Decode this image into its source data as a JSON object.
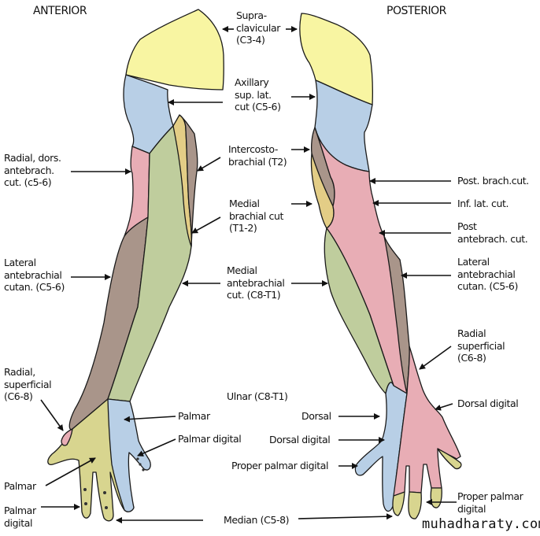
{
  "titles": {
    "anterior": "ANTERIOR",
    "posterior": "POSTERIOR"
  },
  "colors": {
    "supraclavicular": "#f8f5a2",
    "axillary": "#b8cfe6",
    "radial": "#e8adb5",
    "medial_antebrachial": "#bfcd9d",
    "medial_brachial": "#e3cd86",
    "intercostobrachial": "#a9958a",
    "lateral_antebrachial": "#a9958a",
    "median": "#d8d58f",
    "ulnar": "#b8cfe6"
  },
  "labels": {
    "supraclavicular": [
      "Supra-",
      "clavicular",
      "(C3-4)"
    ],
    "axillary": [
      "Axillary",
      "sup. lat.",
      "cut (C5-6)"
    ],
    "intercostobrachial": [
      "Intercosto-",
      "brachial (T2)"
    ],
    "medial_brachial": [
      "Medial",
      "brachial cut",
      "(T1-2)"
    ],
    "medial_antebrachial": [
      "Medial",
      "antebrachial",
      "cut. (C8-T1)"
    ],
    "radial_dors": [
      "Radial, dors.",
      "antebrach.",
      "cut. (c5-6)"
    ],
    "lateral_antebrachial_ant": [
      "Lateral",
      "antebrachial",
      "cutan. (C5-6)"
    ],
    "radial_superficial_ant": [
      "Radial,",
      "superficial",
      "(C6-8)"
    ],
    "palmar_ant": "Palmar",
    "palmar_digital_ant": [
      "Palmar",
      "digital"
    ],
    "ulnar": "Ulnar (C8-T1)",
    "ulnar_palmar": "Palmar",
    "ulnar_palmar_digital": "Palmar digital",
    "ulnar_dorsal": "Dorsal",
    "ulnar_dorsal_digital": "Dorsal digital",
    "ulnar_proper_palmar_digital": "Proper palmar digital",
    "median": "Median (C5-8)",
    "post_brach_cut": "Post. brach.cut.",
    "inf_lat_cut": "Inf. lat. cut.",
    "post_antebrach_cut": [
      "Post",
      "antebrach. cut."
    ],
    "lateral_antebrachial_post": [
      "Lateral",
      "antebrachial",
      "cutan. (C5-6)"
    ],
    "radial_superficial_post": [
      "Radial",
      "superficial",
      "(C6-8)"
    ],
    "dorsal_digital_post": "Dorsal digital",
    "proper_palmar_digital_post": [
      "Proper palmar",
      "digital"
    ]
  },
  "watermark": "muhadharaty.com"
}
